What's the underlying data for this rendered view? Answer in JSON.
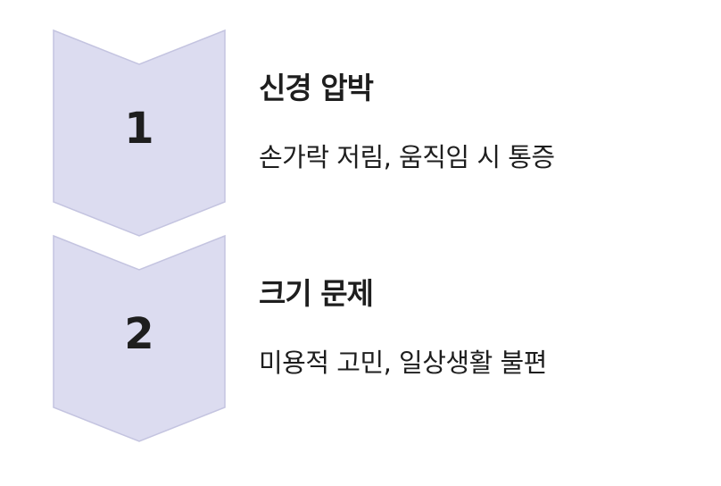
{
  "colors": {
    "chevron_fill": "#dcdcf0",
    "chevron_stroke": "#c4c4e0",
    "text": "#1e1e1e"
  },
  "steps": [
    {
      "number": "1",
      "title": "신경 압박",
      "description": "손가락 저림, 움직임 시 통증"
    },
    {
      "number": "2",
      "title": "크기 문제",
      "description": "미용적 고민, 일상생활 불편"
    }
  ]
}
